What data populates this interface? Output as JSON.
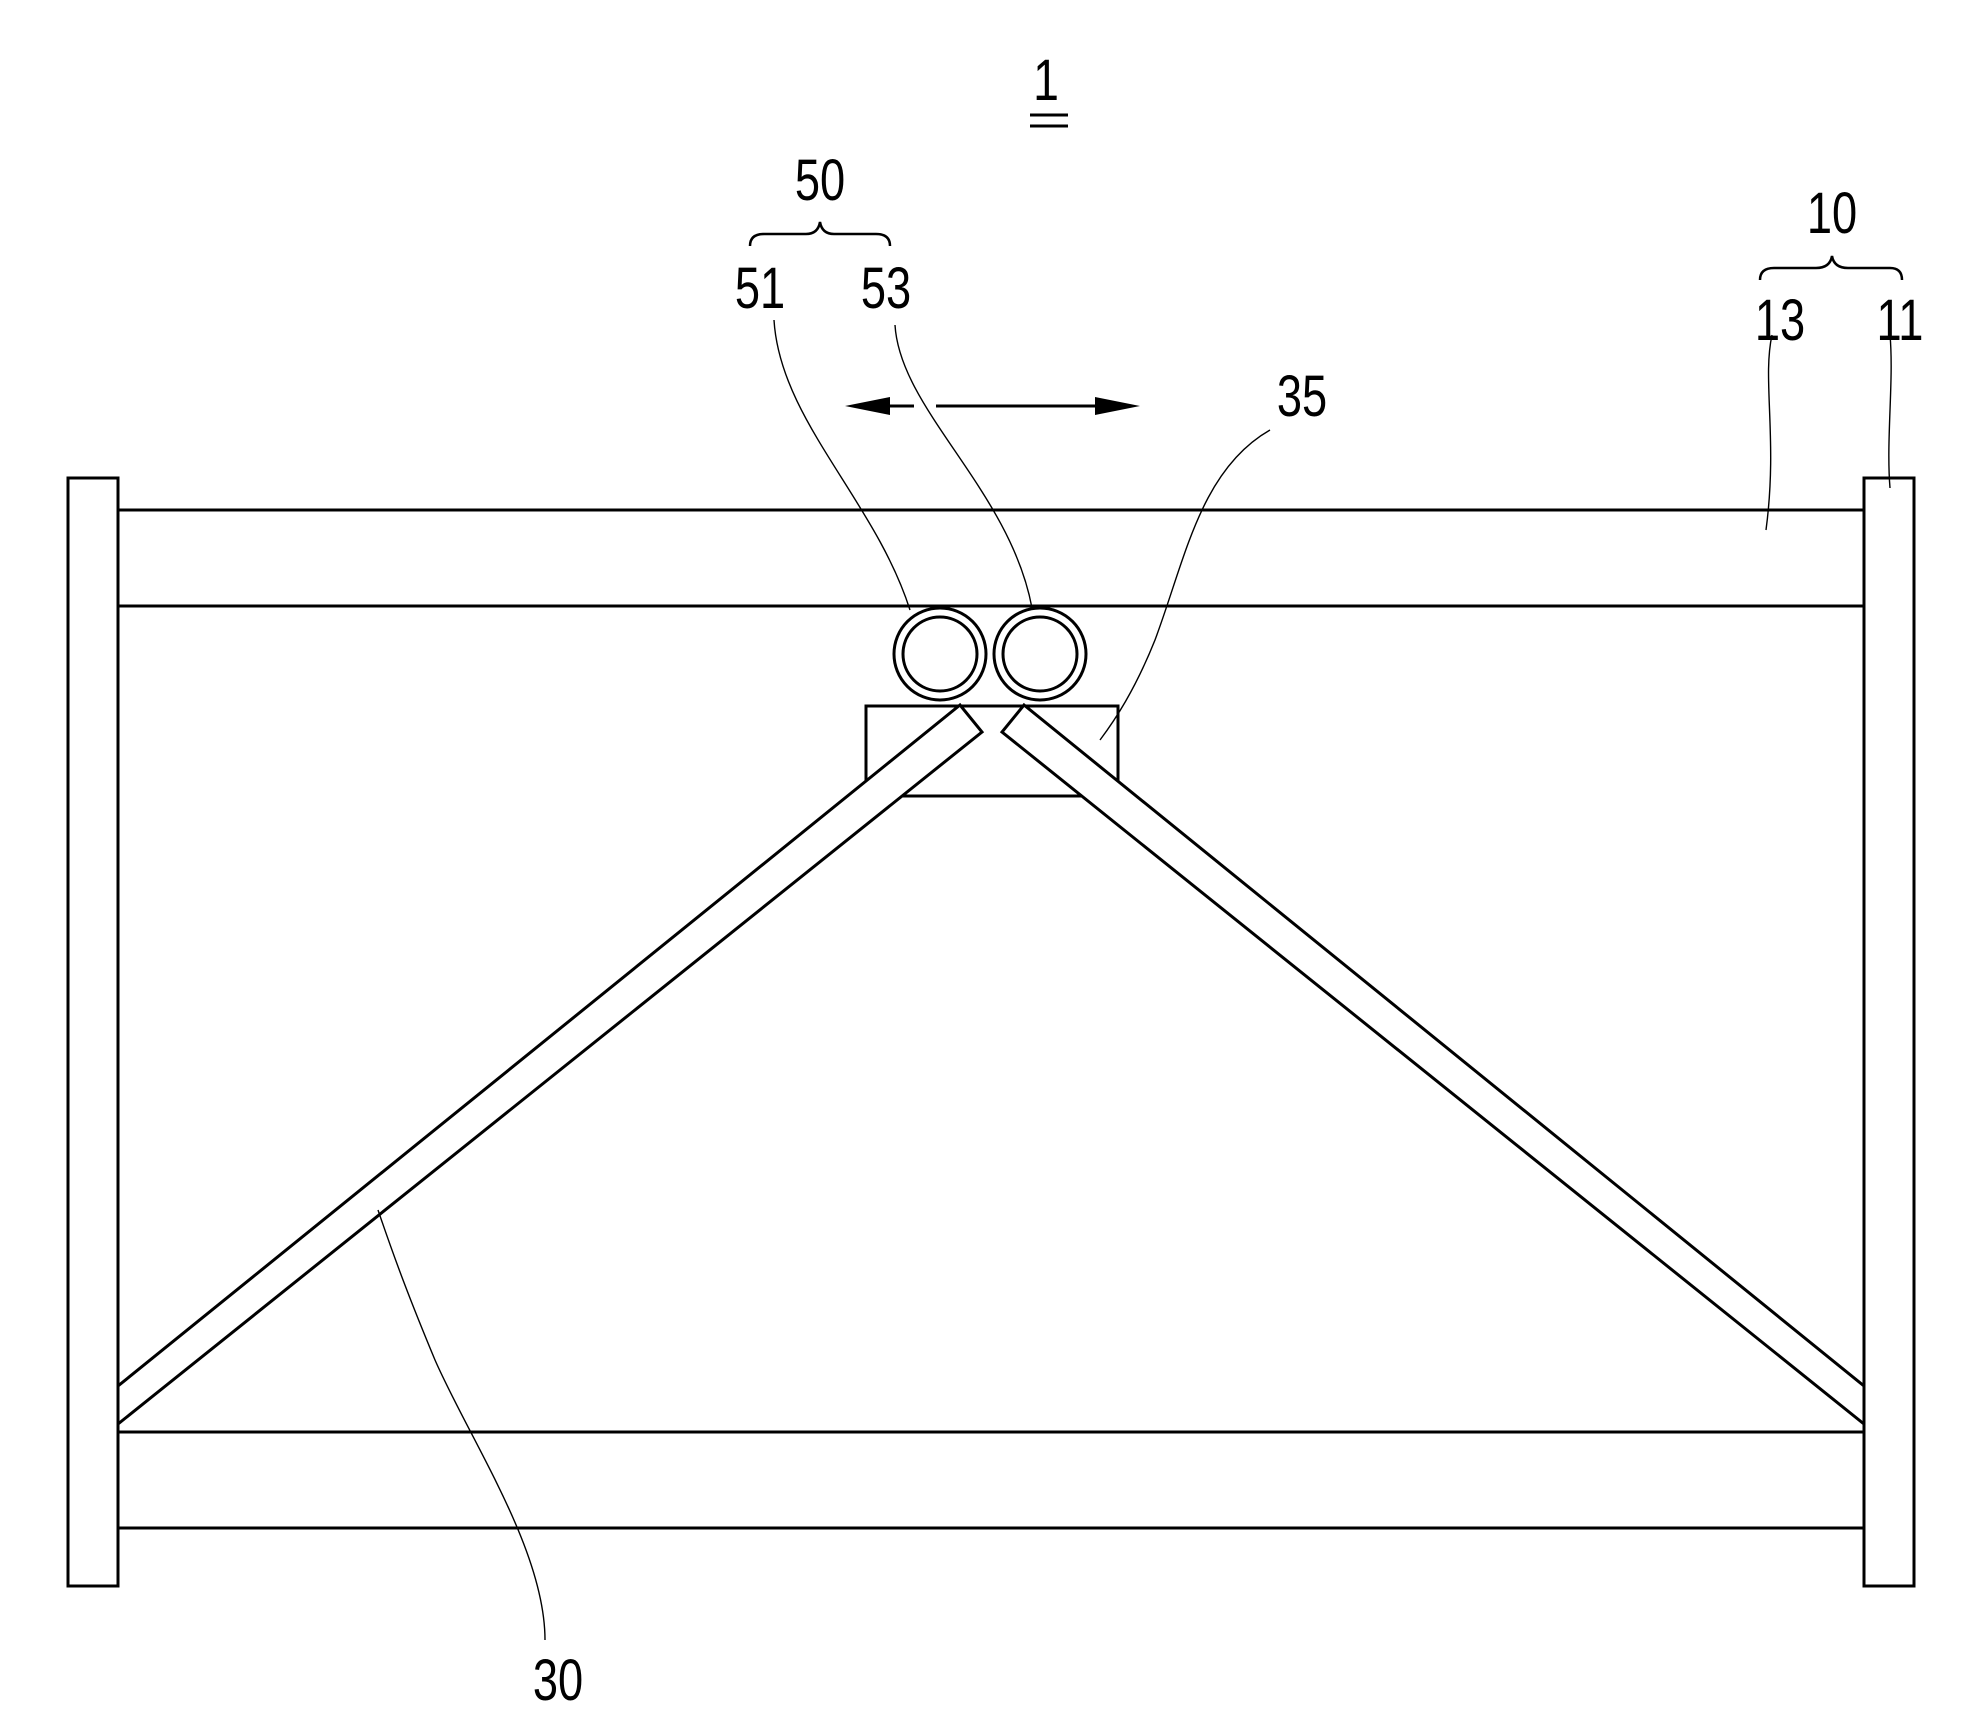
{
  "figure": {
    "number": "1",
    "colors": {
      "line": "#000000",
      "background": "#ffffff"
    },
    "labels": {
      "group_50": "50",
      "roller_51": "51",
      "roller_53": "53",
      "group_10": "10",
      "rail_13": "13",
      "post_11": "11",
      "block_35": "35",
      "link_30": "30"
    }
  }
}
